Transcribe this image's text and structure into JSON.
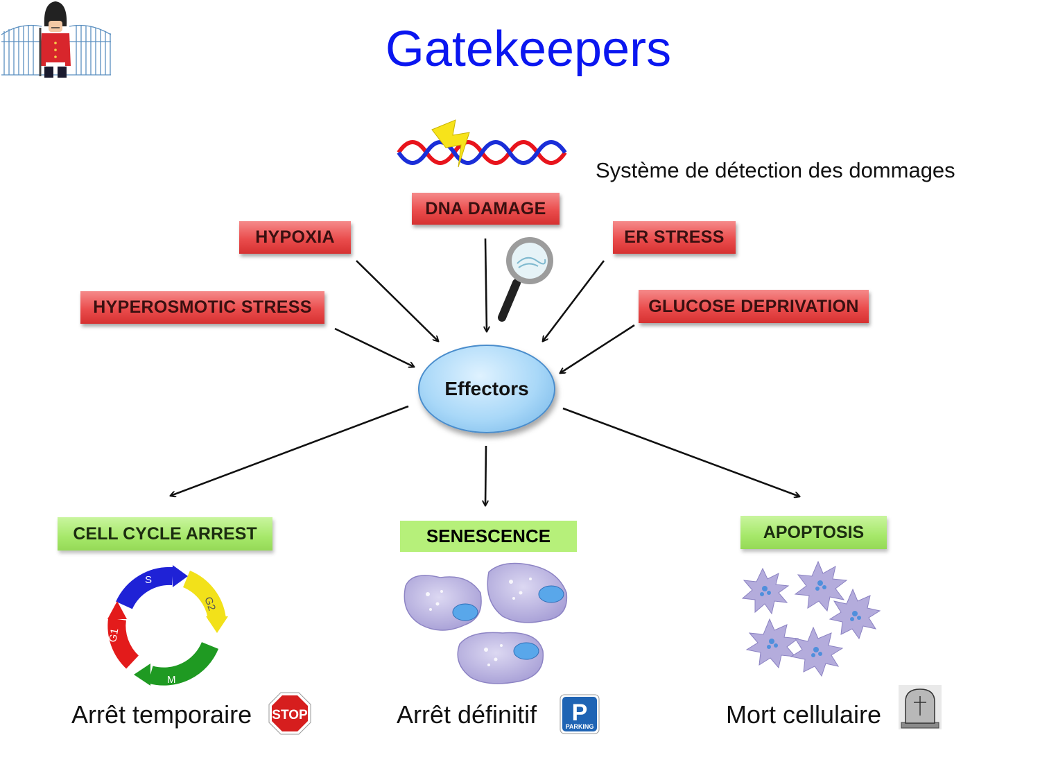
{
  "title": "Gatekeepers",
  "detection_caption": "Système de détection des dommages",
  "center_label": "Effectors",
  "stresses": {
    "dna_damage": "DNA DAMAGE",
    "hypoxia": "HYPOXIA",
    "er_stress": "ER STRESS",
    "hyperosmotic": "HYPEROSMOTIC STRESS",
    "glucose": "GLUCOSE DEPRIVATION"
  },
  "outcomes": {
    "cell_cycle_arrest": "CELL CYCLE ARREST",
    "senescence": "SENESCENCE",
    "apoptosis": "APOPTOSIS"
  },
  "cell_cycle_phases": [
    "G1",
    "S",
    "G2",
    "M"
  ],
  "captions": {
    "temporary": "Arrêt temporaire",
    "definitive": "Arrêt définitif",
    "death": "Mort cellulaire"
  },
  "signs": {
    "stop": "STOP",
    "parking_letter": "P",
    "parking_word": "PARKING"
  },
  "colors": {
    "title": "#0a16f0",
    "stress_box": "#e84a4a",
    "outcome_box": "#a6e86a",
    "effectors": "#a9d8f8"
  }
}
